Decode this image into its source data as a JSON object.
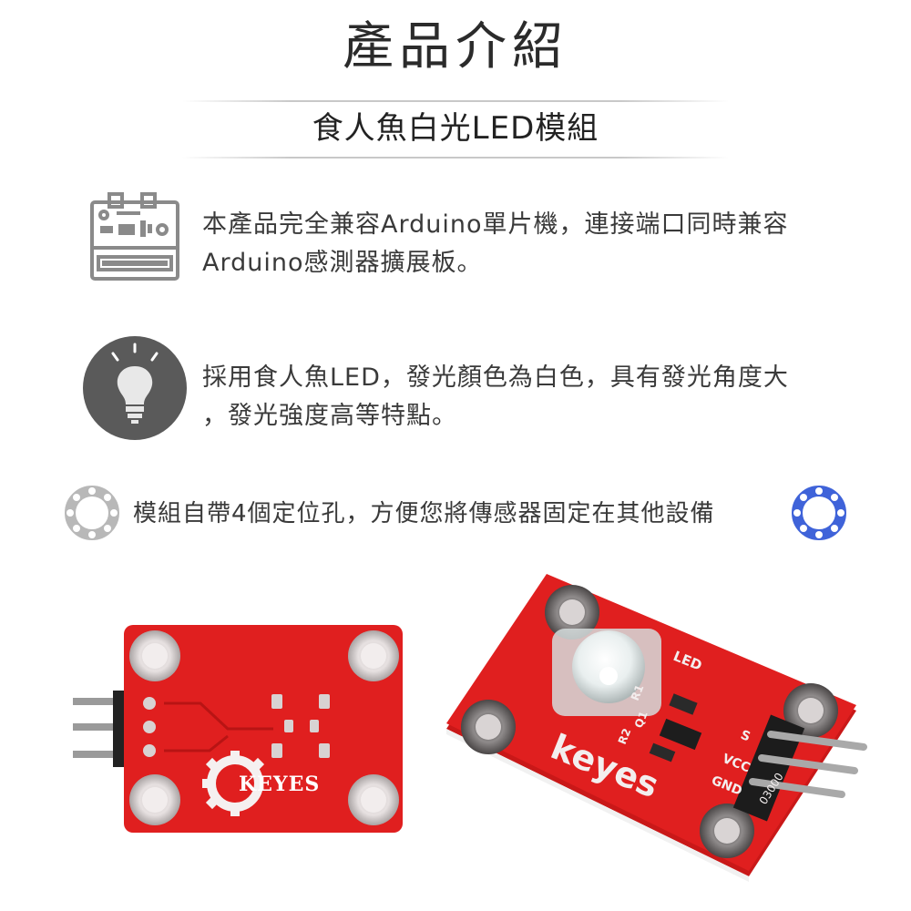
{
  "header": {
    "title": "產品介紹",
    "subtitle": "食人魚白光LED模組"
  },
  "features": [
    {
      "icon": "circuit-board-icon",
      "line1": "本產品完全兼容Arduino單片機，連接端口同時兼容",
      "line2": "Arduino感測器擴展板。"
    },
    {
      "icon": "light-bulb-icon",
      "line1": "採用食人魚LED，發光顏色為白色，具有發光角度大",
      "line2": "，發光強度高等特點。"
    },
    {
      "icon": "mounting-ring-icon",
      "line1": "模組自帶4個定位孔，方便您將傳感器固定在其他設備"
    }
  ],
  "product": {
    "left_board_logo": "KEYES",
    "right_board_logo": "keyes",
    "right_board_led_label": "LED",
    "right_board_pins": [
      "S",
      "VCC",
      "GND"
    ],
    "right_board_code": "03000",
    "components": [
      "R1",
      "R2",
      "Q1"
    ]
  },
  "colors": {
    "board_red": "#e01f1f",
    "icon_gray": "#5a5a5a",
    "ring_gray": "#b8b8b8",
    "ring_blue": "#3f63d9"
  }
}
